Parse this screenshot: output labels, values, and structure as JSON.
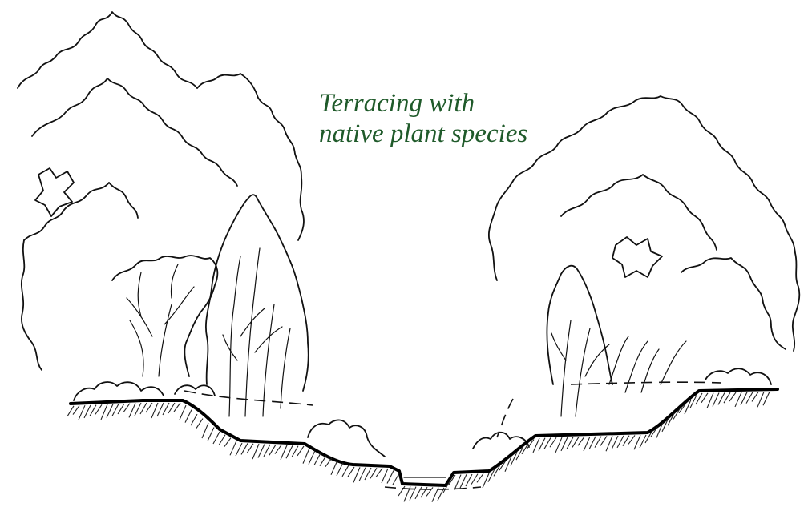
{
  "caption": {
    "line1": "Terracing with",
    "line2": "native plant species",
    "color": "#1f5a2a"
  },
  "diagram": {
    "subject": "stream-bank cross-section with terraced planting",
    "elements": [
      "left-tree-canopy",
      "left-shrub-crown",
      "left-conifer",
      "right-tree-canopy",
      "right-shrub-crown",
      "ground-profile",
      "stream-channel",
      "soil-hatching",
      "groundcover-shrubs",
      "planting-dashed-lines"
    ]
  }
}
